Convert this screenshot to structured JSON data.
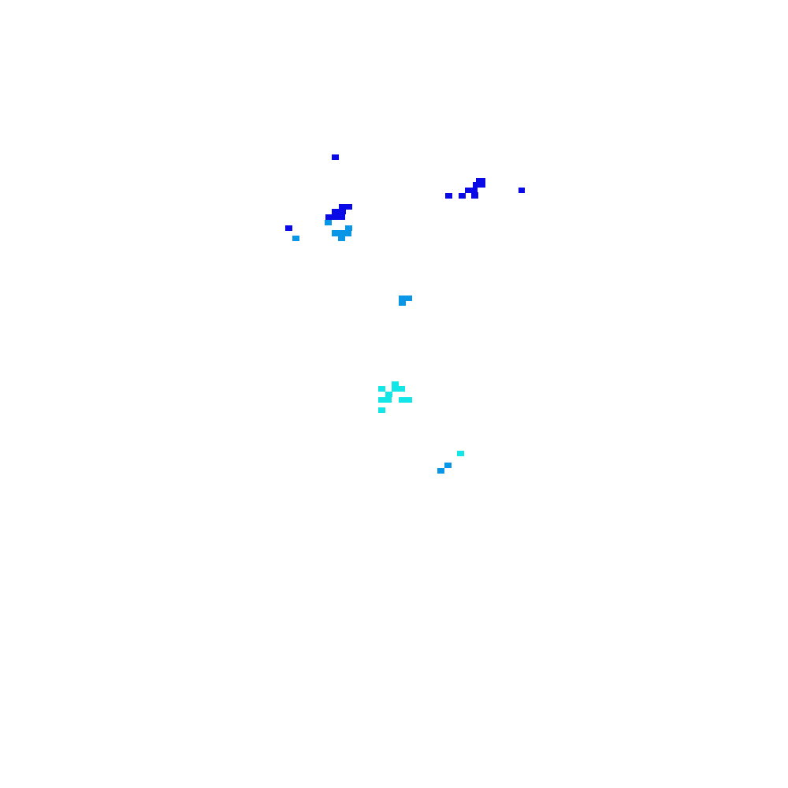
{
  "background": "#ffffff",
  "palette": {
    "blue": "#0a0ae6",
    "azure": "#0a96e6",
    "cyan": "#12e6e6"
  },
  "legend": "",
  "cell_groups": [
    {
      "color_key": "blue",
      "count": 25
    },
    {
      "color_key": "azure",
      "count": 14
    },
    {
      "color_key": "cyan",
      "count": 11
    }
  ]
}
